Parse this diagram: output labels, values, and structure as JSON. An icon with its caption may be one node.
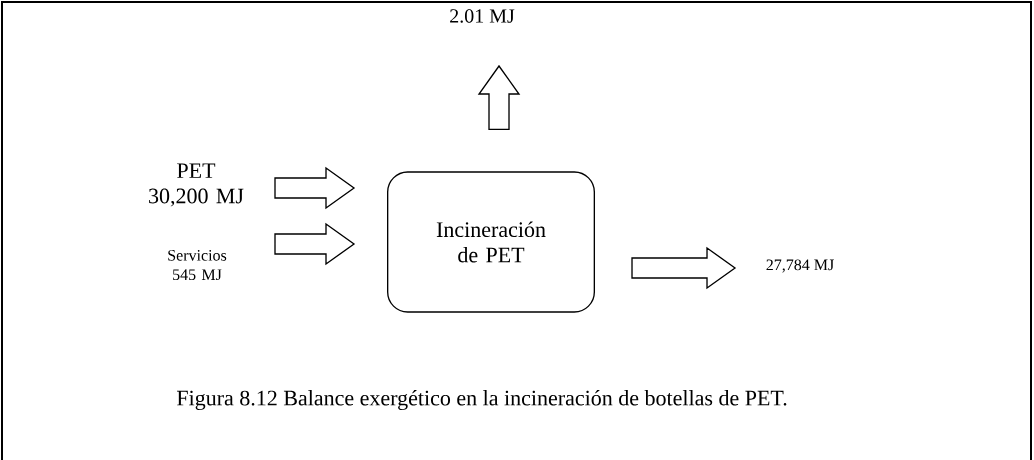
{
  "diagram": {
    "caption": "Figura 8.12 Balance exergético en la incineración de botellas de  PET.",
    "nodes": [
      {
        "text": [
          "PET 30,200 MJ"
        ]
      },
      {
        "text": [
          "Servicios 545 MJ"
        ]
      },
      {
        "text": [
          "Incineración de PET"
        ]
      },
      {
        "text": [
          "2.01 MJ"
        ]
      },
      {
        "text": [
          "27,784 MJ"
        ]
      }
    ],
    "edges": [
      {
        "from": 0,
        "to": 2,
        "arrow": "to"
      },
      {
        "from": 1,
        "to": 2,
        "arrow": "to"
      },
      {
        "from": 2,
        "to": 3,
        "arrow": "to"
      },
      {
        "from": 2,
        "to": 4,
        "arrow": "to"
      }
    ]
  }
}
